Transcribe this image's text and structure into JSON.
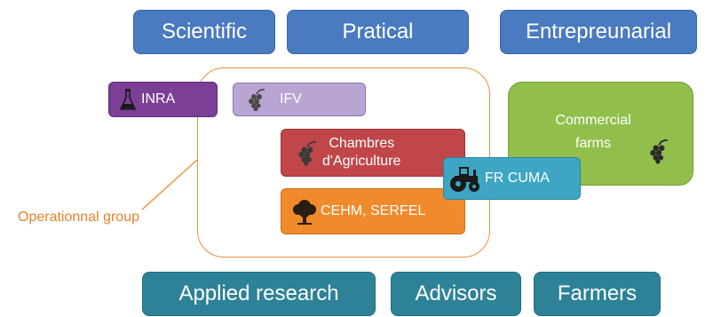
{
  "categories": [
    {
      "label": "Scientific"
    },
    {
      "label": "Pratical"
    },
    {
      "label": "Entrepreunarial"
    }
  ],
  "groups": [
    {
      "label": "Applied research"
    },
    {
      "label": "Advisors"
    },
    {
      "label": "Farmers"
    }
  ],
  "operational_group": {
    "label": "Operationnal group"
  },
  "actors": {
    "inra": {
      "label": "INRA",
      "icon": "flask-icon"
    },
    "ifv": {
      "label": "IFV",
      "icon": "grapes-icon"
    },
    "chambres": {
      "line1": "Chambres",
      "line2": "d'Agriculture",
      "icon": "grapes-icon"
    },
    "cehm": {
      "label": "CEHM, SERFEL",
      "icon": "tree-icon"
    },
    "frcuma": {
      "label": "FR CUMA",
      "icon": "tractor-icon"
    },
    "farms": {
      "line1": "Commercial",
      "line2": "farms",
      "icon": "grapes-icon"
    }
  },
  "colors": {
    "category": "#4a7abf",
    "group": "#2e8297",
    "operational": "#e8923c",
    "inra": "#7b3f96",
    "ifv": "#b8a5d2",
    "chambres": "#c0464a",
    "cehm": "#f08a2a",
    "frcuma": "#3ea6c4",
    "farms": "#92bf4c"
  }
}
